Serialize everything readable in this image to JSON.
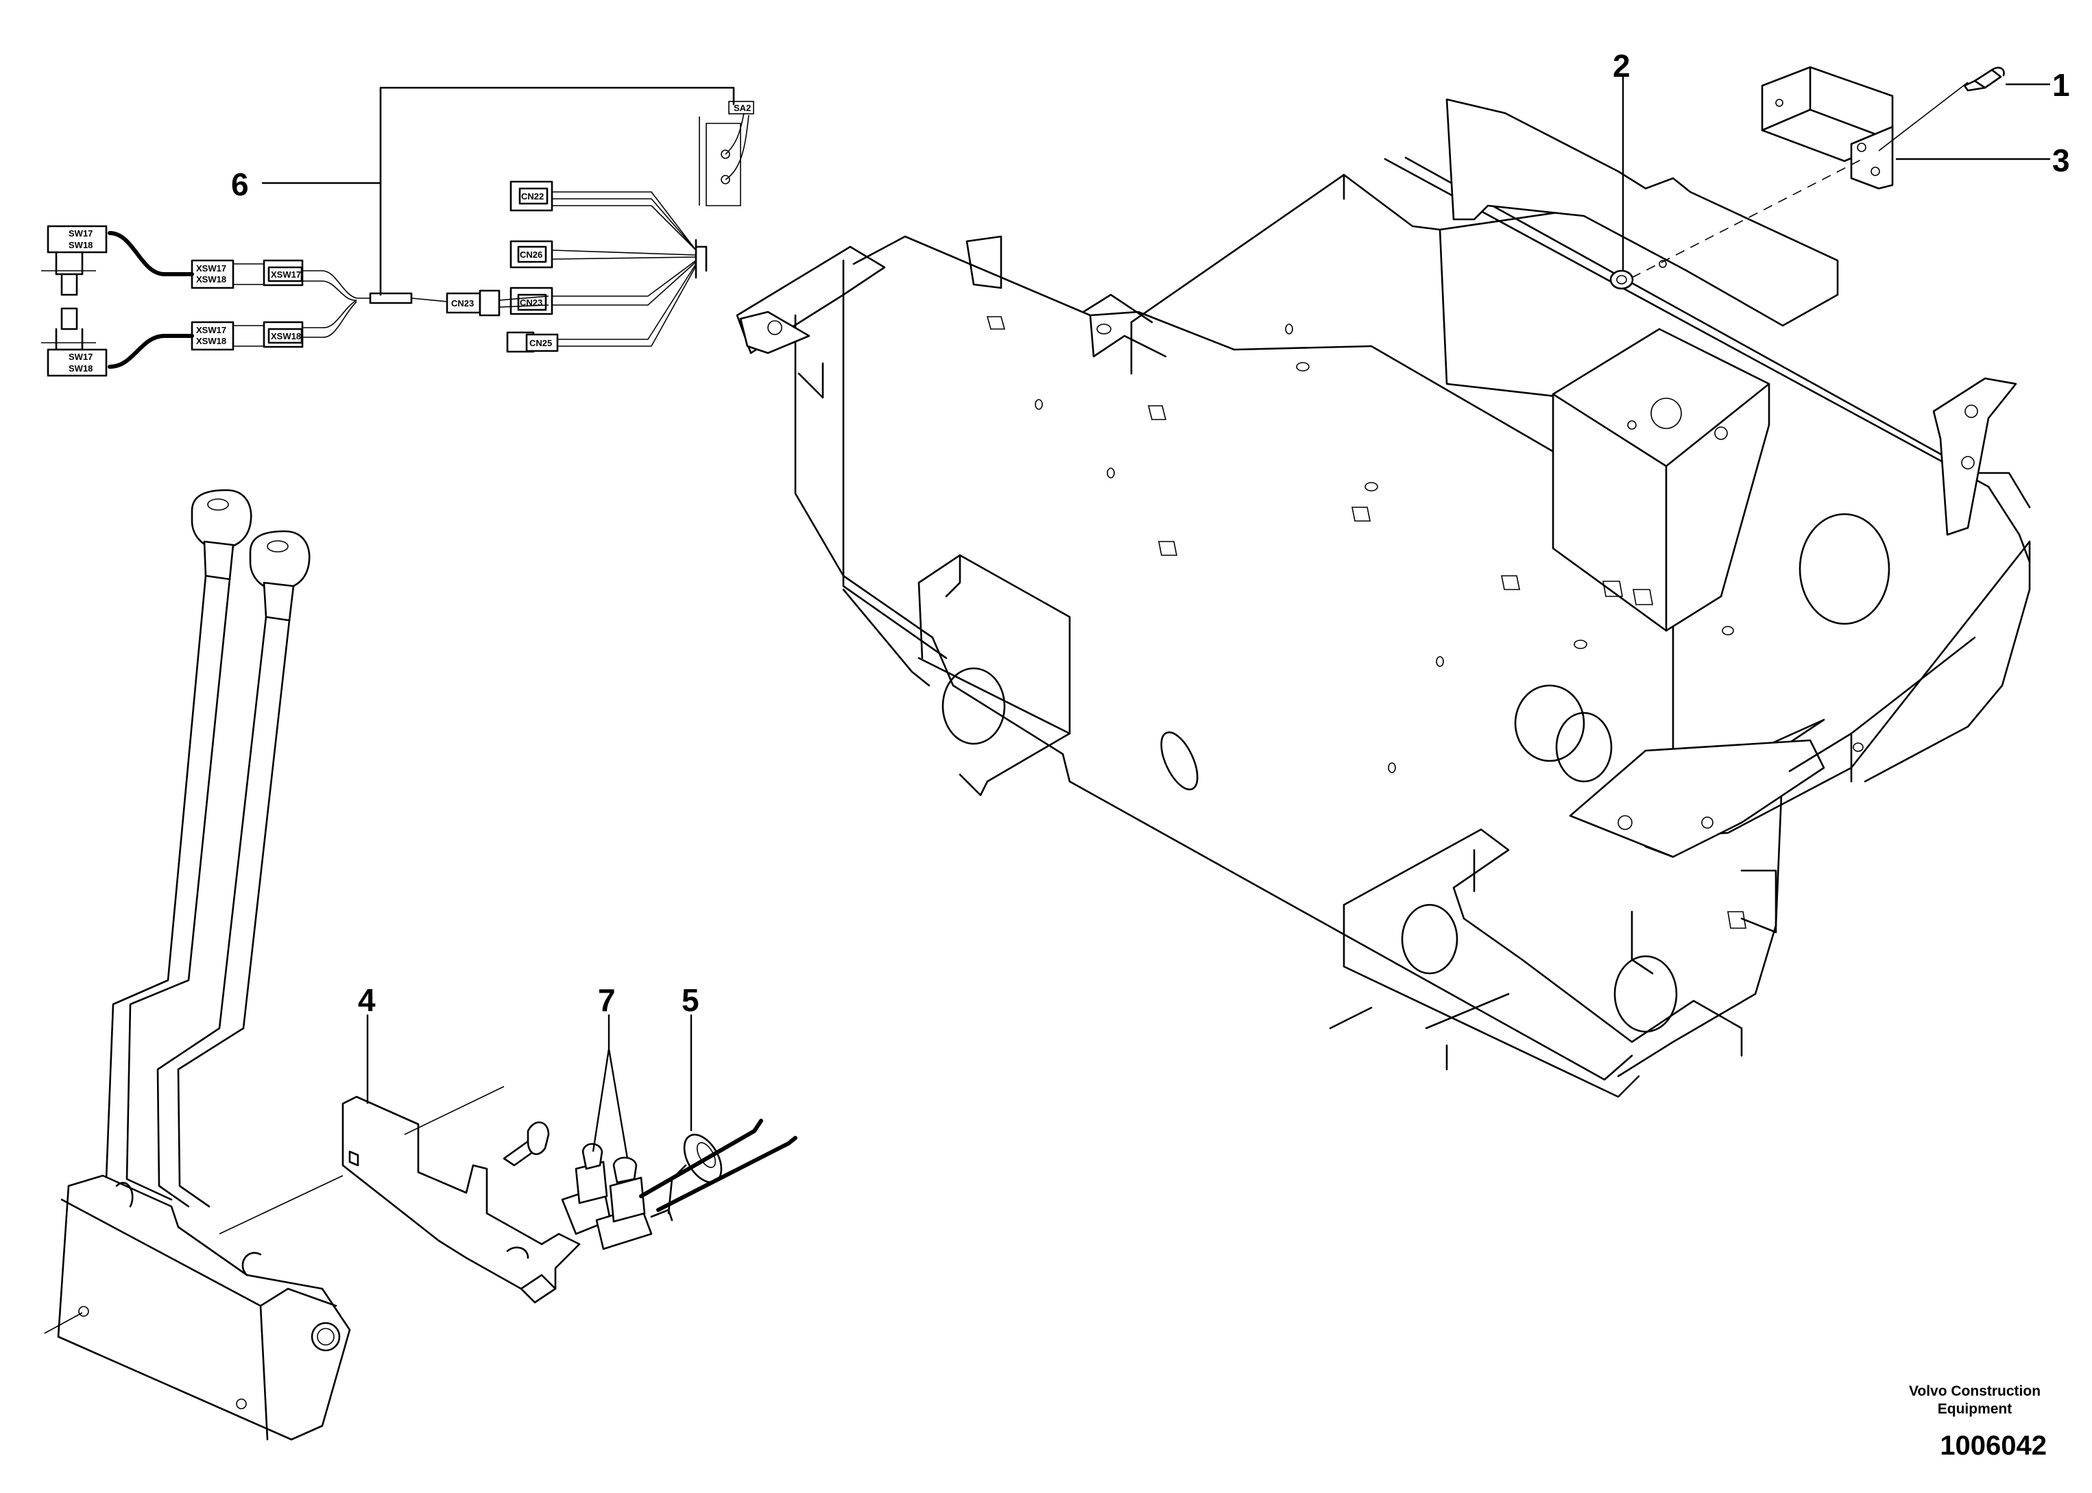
{
  "callouts": [
    {
      "id": "1",
      "label": "1"
    },
    {
      "id": "2",
      "label": "2"
    },
    {
      "id": "3",
      "label": "3"
    },
    {
      "id": "4",
      "label": "4"
    },
    {
      "id": "5",
      "label": "5"
    },
    {
      "id": "6",
      "label": "6"
    },
    {
      "id": "7",
      "label": "7"
    }
  ],
  "harness_labels": {
    "sa2": "SA2",
    "cn22": "CN22",
    "cn26": "CN26",
    "cn23a": "CN23",
    "cn23b": "CN23",
    "cn25": "CN25",
    "sw17_top": "SW17",
    "sw18_top": "SW18",
    "sw17_bottom": "SW17",
    "sw18_bottom": "SW18",
    "xsw17_a": "XSW17",
    "xsw18_a": "XSW18",
    "xsw17_b": "XSW17",
    "xsw18_b": "XSW18",
    "xsw17_plug": "XSW17",
    "xsw18_plug": "XSW18"
  },
  "publisher": {
    "line1": "Volvo Construction",
    "line2": "Equipment"
  },
  "document_number": "1006042",
  "colors": {
    "line": "#000000",
    "background": "#ffffff"
  }
}
